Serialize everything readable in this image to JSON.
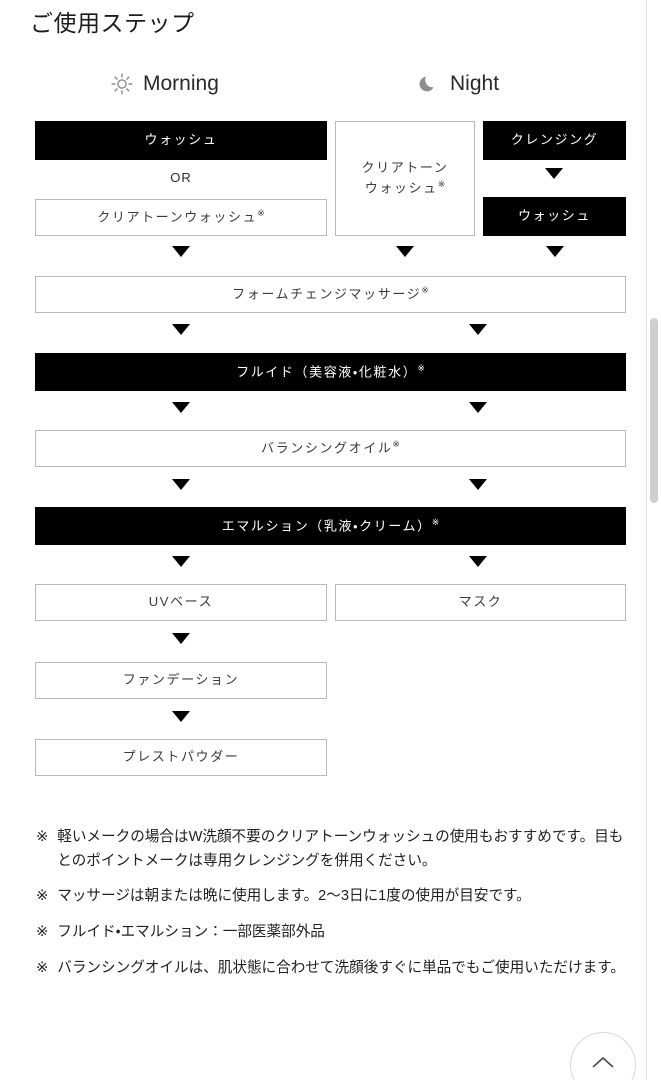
{
  "page": {
    "title": "ご使用ステップ"
  },
  "columns": {
    "morning": {
      "label": "Morning",
      "icon": "sun-icon"
    },
    "night": {
      "label": "Night",
      "icon": "moon-icon"
    }
  },
  "connector": {
    "or_label": "OR",
    "arrow_icon": "triangle-down-arrow"
  },
  "steps": {
    "morning_wash": "ウォッシュ",
    "morning_clear_tone_wash": "クリアトーンウォッシュ",
    "night_clear_tone_wash_line1": "クリアトーン",
    "night_clear_tone_wash_line2": "ウォッシュ",
    "night_cleansing": "クレンジング",
    "night_wash": "ウォッシュ",
    "foam_change_massage": "フォームチェンジマッサージ",
    "fluid": "フルイド（美容液・化粧水）",
    "balancing_oil": "バランシングオイル",
    "emulsion": "エマルション（乳液・クリーム）",
    "uv_base": "UVベース",
    "mask": "マスク",
    "foundation": "ファンデーション",
    "pressed_powder": "プレストパウダー",
    "asterisk": "※"
  },
  "notes": {
    "mark": "※",
    "items": [
      "軽いメークの場合はW洗顔不要のクリアトーンウォッシュの使用もおすすめです。目もとのポイントメークは専用クレンジングを併用ください。",
      "マッサージは朝または晩に使用します。2〜3日に1度の使用が目安です。",
      "フルイド・エマルション：一部医薬部外品",
      "バランシングオイルは、肌状態に合わせて洗顔後すぐに単品でもご使用いただけます。"
    ]
  },
  "to_top": {
    "icon": "chevron-up-icon",
    "glyph": "ᐱ"
  },
  "colors": {
    "filled_bg": "#000000",
    "filled_text": "#ffffff",
    "outline_border": "#b9b9b9",
    "outline_text": "#3b3b3b",
    "page_bg": "#ffffff",
    "scrollbar_thumb": "#cfcfcf"
  }
}
